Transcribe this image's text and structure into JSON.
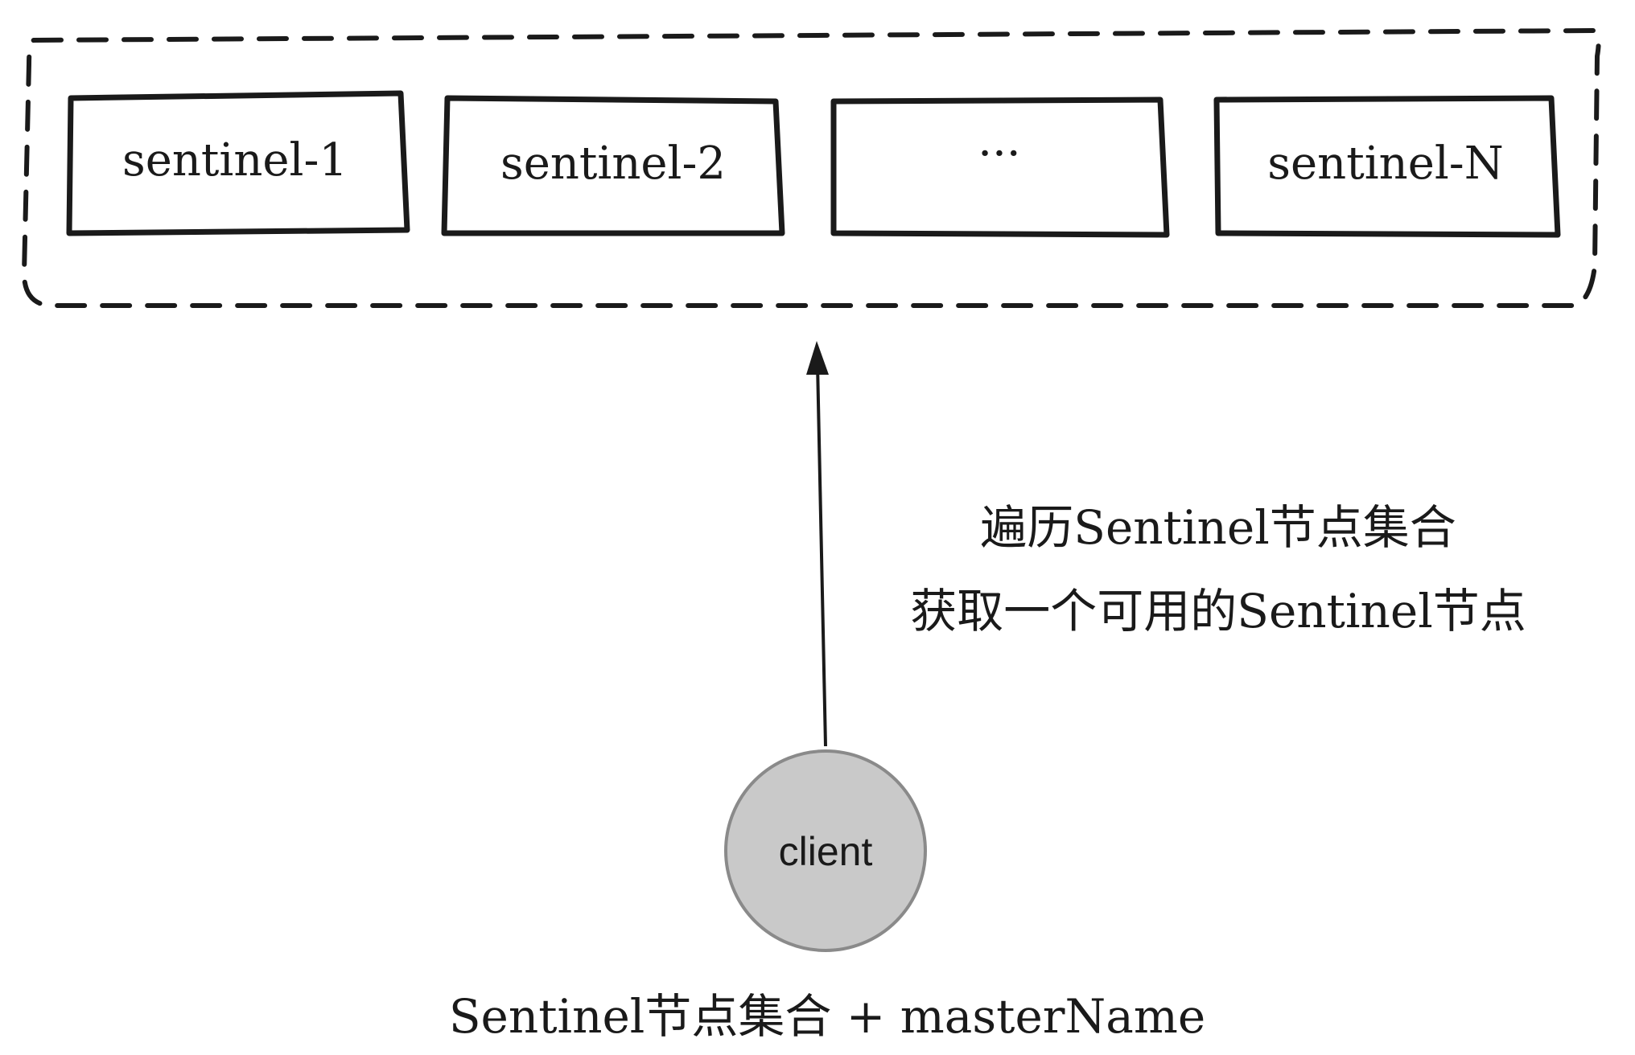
{
  "sentinel_group": {
    "nodes": [
      {
        "label": "sentinel-1"
      },
      {
        "label": "sentinel-2"
      },
      {
        "label": "···"
      },
      {
        "label": "sentinel-N"
      }
    ]
  },
  "arrow_annotation": {
    "line1": "遍历Sentinel节点集合",
    "line2": "获取一个可用的Sentinel节点"
  },
  "client": {
    "label": "client"
  },
  "client_caption": "Sentinel节点集合 + masterName",
  "colors": {
    "stroke": "#1a1a1a",
    "client_fill": "#c9c9c9",
    "background": "#ffffff"
  }
}
